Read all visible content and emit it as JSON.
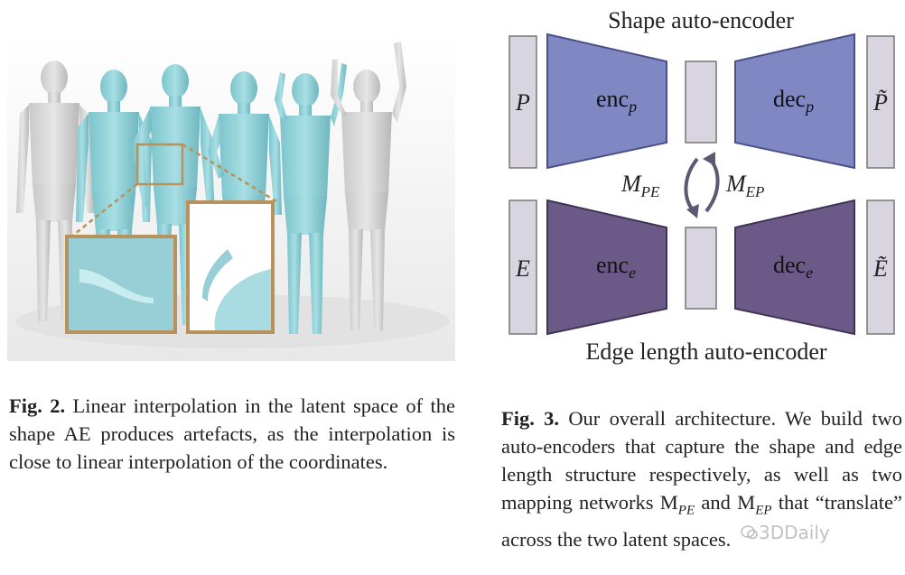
{
  "figure2": {
    "caption_label": "Fig. 2.",
    "caption_text": " Linear interpolation in the latent space of the shape AE produces artefacts, as the interpolation is close to linear interpolation of the coordinates."
  },
  "figure3": {
    "title_top": "Shape auto-encoder",
    "title_bottom": "Edge length auto-encoder",
    "input_top": "P",
    "input_bottom": "E",
    "output_top": "P̃",
    "output_bottom": "Ẽ",
    "enc_top": "enc",
    "enc_top_sub": "p",
    "dec_top": "dec",
    "dec_top_sub": "p",
    "enc_bottom": "enc",
    "enc_bottom_sub": "e",
    "dec_bottom": "dec",
    "dec_bottom_sub": "e",
    "map_left": "M",
    "map_left_sub": "PE",
    "map_right": "M",
    "map_right_sub": "EP",
    "caption_label": "Fig. 3.",
    "caption_text": " Our overall architecture. We build two auto-encoders that capture the shape and edge length structure respectively, as well as two mapping networks M",
    "caption_sub1": "PE",
    "caption_mid": " and M",
    "caption_sub2": "EP",
    "caption_end": " that “translate” across the two latent spaces.",
    "colors": {
      "encoder_top": "#8088c4",
      "encoder_bottom": "#6b5a88",
      "latent_box": "#d8d4e0",
      "arrow": "#5e5874"
    }
  },
  "watermark": "3DDaily"
}
